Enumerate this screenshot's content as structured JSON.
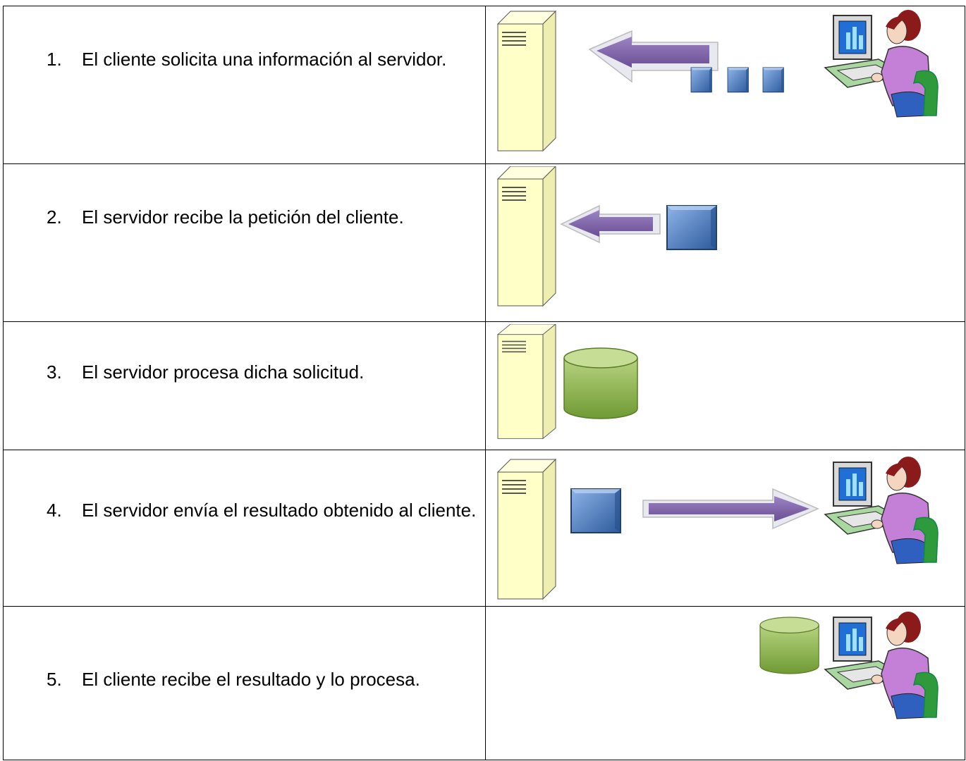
{
  "steps": [
    {
      "number": "1.",
      "text": "El cliente solicita una información al servidor."
    },
    {
      "number": "2.",
      "text": "El servidor recibe la petición del cliente."
    },
    {
      "number": "3.",
      "text": "El servidor procesa dicha solicitud."
    },
    {
      "number": "4.",
      "text": "El servidor envía el resultado obtenido al cliente."
    },
    {
      "number": "5.",
      "text": "El cliente recibe el resultado y lo procesa."
    }
  ],
  "colors": {
    "server_fill": "#ffffc8",
    "arrow_fill": "#7b62a3",
    "packet_fill": "#4a78b8",
    "database_fill": "#8fb550",
    "person_shirt": "#c47fd6",
    "person_hair": "#8b1a1a"
  },
  "icons": {
    "server": "server-tower-icon",
    "arrow": "arrow-icon",
    "packet": "data-packet-icon",
    "database": "database-cylinder-icon",
    "client": "person-at-computer-icon"
  }
}
